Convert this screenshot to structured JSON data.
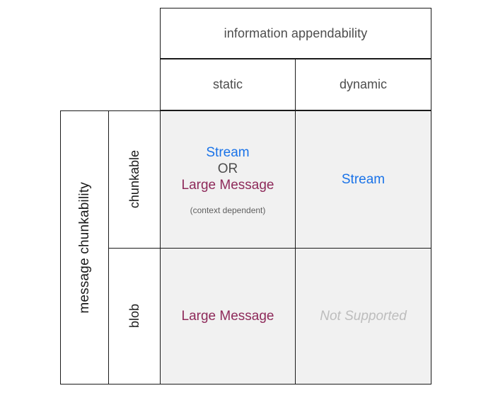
{
  "matrix": {
    "column_axis": {
      "title": "information appendability",
      "categories": [
        "static",
        "dynamic"
      ]
    },
    "row_axis": {
      "title": "message chunkability",
      "categories": [
        "chunkable",
        "blob"
      ]
    },
    "cells": {
      "chunkable_static": {
        "primary": "Stream",
        "conjunction": "OR",
        "secondary": "Large Message",
        "note": "(context dependent)"
      },
      "chunkable_dynamic": {
        "primary": "Stream"
      },
      "blob_static": {
        "primary": "Large Message"
      },
      "blob_dynamic": {
        "primary": "Not Supported"
      }
    },
    "colors": {
      "stream": "#1a73e8",
      "large_message": "#8e2a5a",
      "unsupported": "#bdbdbd",
      "header_text": "#4d4d4d",
      "axis_title_text": "#1a1a1a",
      "cell_background": "#f1f1f1",
      "header_background": "#ffffff",
      "border": "#1a1a1a"
    }
  }
}
